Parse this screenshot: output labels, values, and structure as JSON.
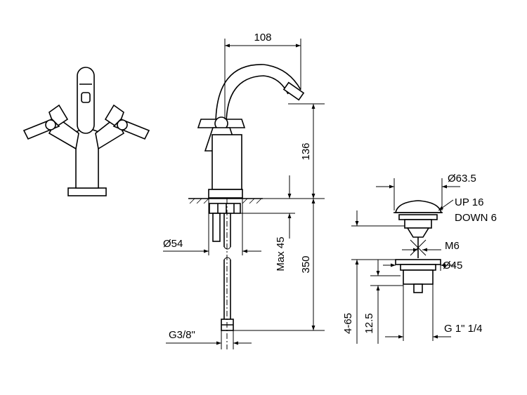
{
  "dimensions": {
    "spout_reach": "108",
    "spout_height": "136",
    "base_diameter": "Ø54",
    "max_deck": "Max 45",
    "hose_length": "350",
    "hose_thread": "G3/8\"",
    "waste_cap_diameter": "Ø63.5",
    "waste_up": "UP 16",
    "waste_down": "DOWN 6",
    "waste_rod": "M6",
    "waste_body_diameter": "Ø45",
    "waste_range": "4-65",
    "waste_flange": "12.5",
    "waste_thread": "G 1\" 1/4"
  }
}
